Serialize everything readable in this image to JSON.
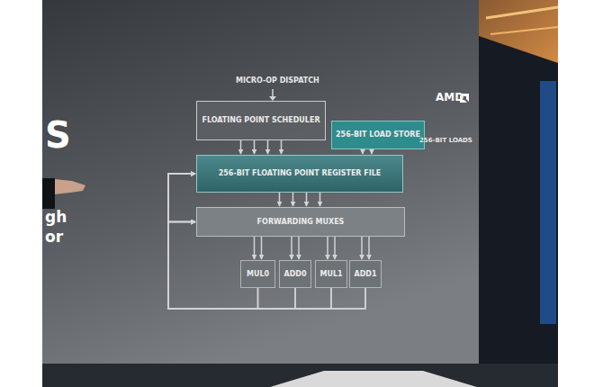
{
  "diagram": {
    "nodes": [
      {
        "text": [
          "FLOATING POINT SCHEDULER"
        ]
      },
      {
        "text": [
          "256-BIT LOAD STORE"
        ]
      },
      {
        "text": [
          "256-BIT FLOATING POINT REGISTER FILE"
        ]
      },
      {
        "text": [
          "FORWARDING MUXES"
        ]
      },
      {
        "text": [
          "MUL0"
        ]
      },
      {
        "text": [
          "ADD0"
        ]
      },
      {
        "text": [
          "MUL1"
        ]
      },
      {
        "text": [
          "ADD1"
        ]
      }
    ],
    "edges": [
      {
        "from": 0,
        "to": 2,
        "arrow": "to"
      },
      {
        "from": 1,
        "to": 2,
        "arrow": "to"
      },
      {
        "from": 2,
        "to": 3,
        "arrow": "to"
      },
      {
        "from": 3,
        "to": 4,
        "arrow": "to"
      },
      {
        "from": 3,
        "to": 5,
        "arrow": "to"
      },
      {
        "from": 3,
        "to": 6,
        "arrow": "to"
      },
      {
        "from": 3,
        "to": 7,
        "arrow": "to"
      },
      {
        "from": 4,
        "to": 2,
        "arrow": "to"
      },
      {
        "from": 5,
        "to": 2,
        "arrow": "to"
      },
      {
        "from": 6,
        "to": 2,
        "arrow": "to"
      },
      {
        "from": 7,
        "to": 2,
        "arrow": "to"
      },
      {
        "from": 4,
        "to": 3,
        "arrow": "to"
      },
      {
        "from": 5,
        "to": 3,
        "arrow": "to"
      },
      {
        "from": 6,
        "to": 3,
        "arrow": "to"
      },
      {
        "from": 7,
        "to": 3,
        "arrow": "to"
      }
    ],
    "labels": [
      "MICRO-OP DISPATCH",
      "256-BIT LOADS",
      "AMD",
      "S",
      "gh",
      "or"
    ]
  }
}
